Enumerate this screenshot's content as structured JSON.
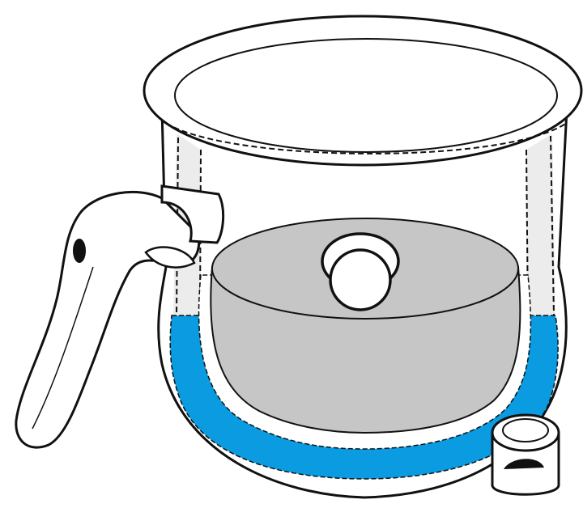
{
  "colors": {
    "water": "#0a9be0",
    "insert": "#c6c6c6",
    "wall_gap": "#ececec",
    "outline": "#111111"
  },
  "parts": [
    "pot-rim",
    "pot-body",
    "water-layer",
    "steam-insert",
    "center-hole",
    "handle",
    "handle-knob",
    "valve-cap"
  ]
}
